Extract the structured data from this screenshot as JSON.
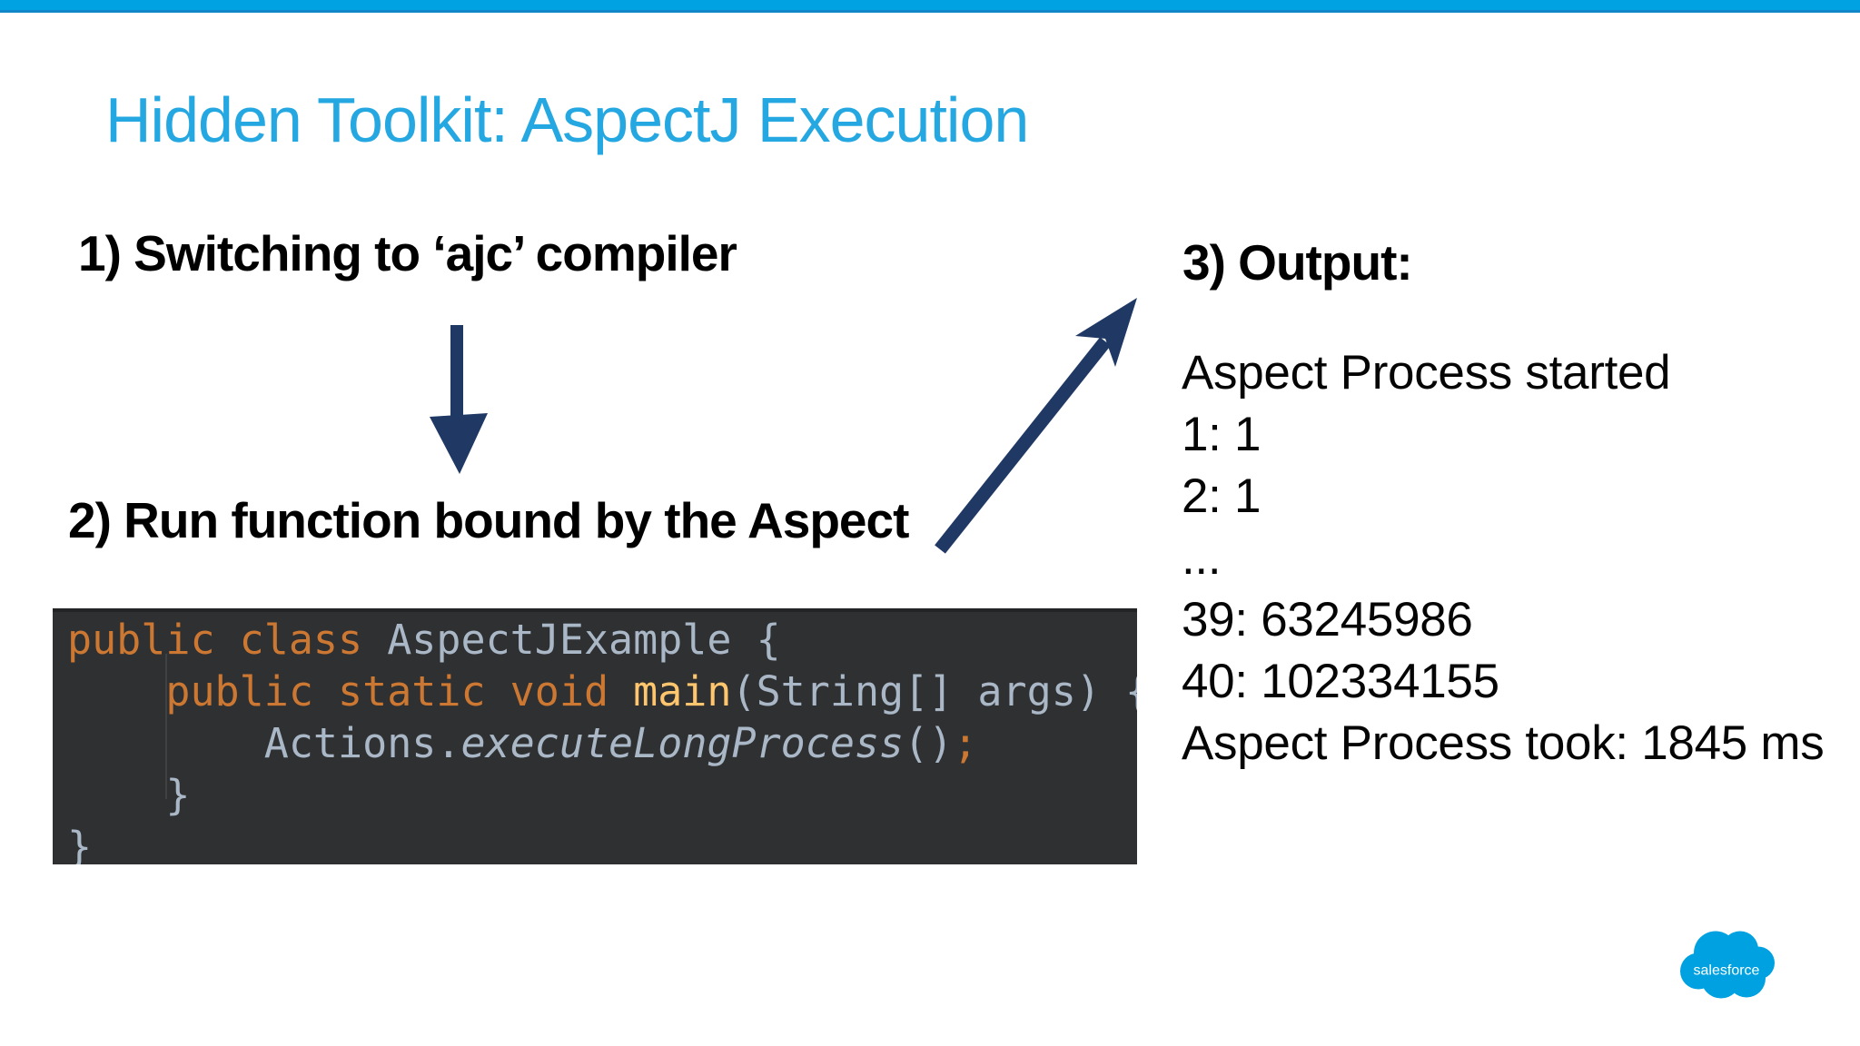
{
  "slide": {
    "title": "Hidden Toolkit: AspectJ Execution"
  },
  "steps": {
    "step1": "1) Switching to ‘ajc’ compiler",
    "step2": "2) Run function bound by the Aspect",
    "step3": "3) Output:"
  },
  "code": {
    "line1_kw": "public class ",
    "line1_plain": "AspectJExample {",
    "line2_kw": "    public static void ",
    "line2_fn": "main",
    "line2_plain": "(String[] args) {",
    "line3_plain": "        Actions.",
    "line3_method": "executeLongProcess",
    "line3_paren": "()",
    "line3_semi": ";",
    "line4": "    }",
    "line5": "}"
  },
  "output": {
    "lines": [
      "Aspect Process started",
      "1: 1",
      "2: 1",
      "...",
      "39: 63245986",
      "40: 102334155",
      "Aspect Process took: 1845 ms"
    ]
  },
  "logo": {
    "text": "salesforce"
  },
  "colors": {
    "top_bar": "#00A2E2",
    "title_blue": "#25A8E1",
    "arrow_navy": "#1F3864",
    "code_background": "#2F3032",
    "code_keyword": "#CC7832",
    "code_plain": "#A9B7C6",
    "code_method_name": "#FFC66D",
    "logo_blue": "#00A1E0"
  }
}
